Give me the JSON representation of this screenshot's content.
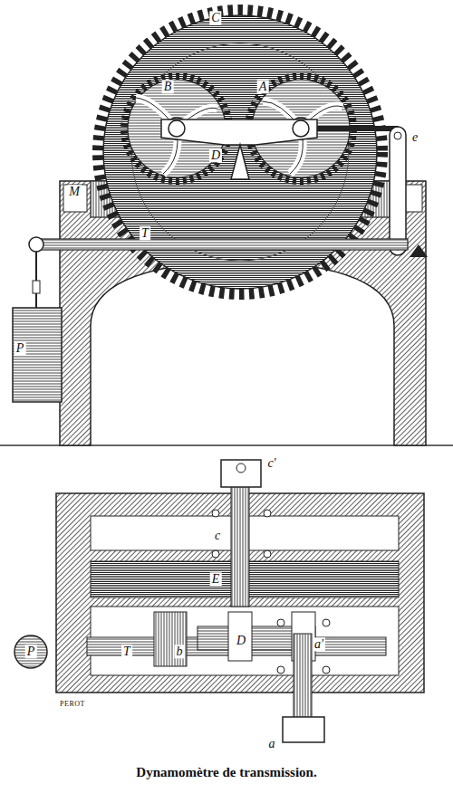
{
  "diagram": {
    "caption": "Dynamomètre de transmission.",
    "labels": [
      "C",
      "B",
      "A",
      "D",
      "M",
      "e",
      "T",
      "P",
      "c'",
      "c",
      "E",
      "T",
      "b",
      "D",
      "a'",
      "a",
      "P",
      "PEROT"
    ]
  }
}
